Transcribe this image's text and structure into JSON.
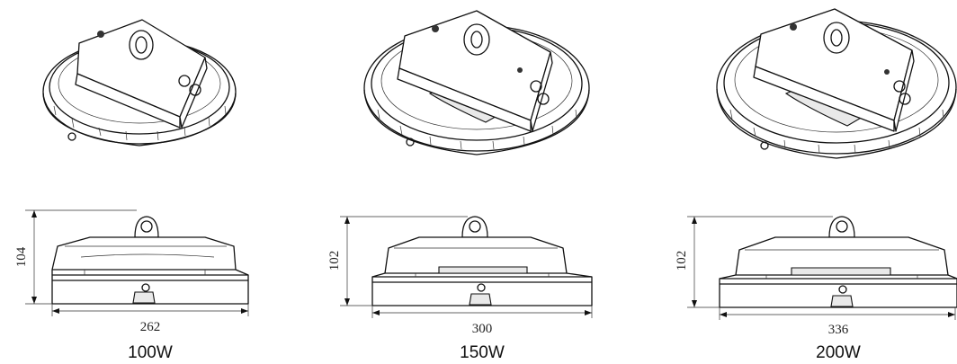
{
  "products": [
    {
      "id": "p100",
      "power_label": "100W",
      "height_label": "104",
      "width_label": "262"
    },
    {
      "id": "p150",
      "power_label": "150W",
      "height_label": "102",
      "width_label": "300"
    },
    {
      "id": "p200",
      "power_label": "200W",
      "height_label": "102",
      "width_label": "336"
    }
  ]
}
